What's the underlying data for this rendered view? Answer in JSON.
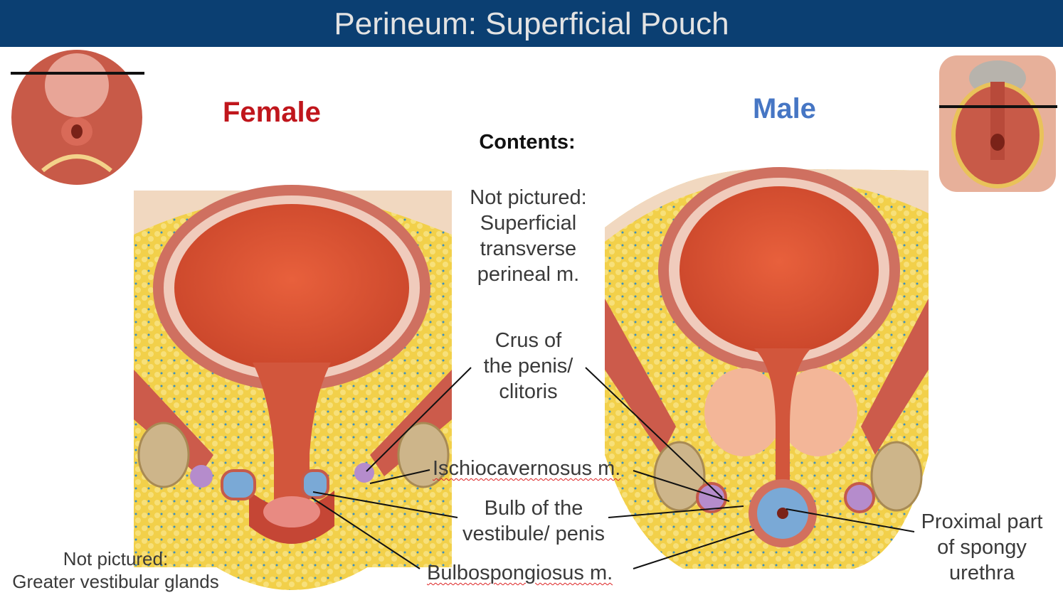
{
  "title": "Perineum: Superficial Pouch",
  "female_heading": "Female",
  "male_heading": "Male",
  "contents_heading": "Contents:",
  "colors": {
    "title_bar": "#0b3f72",
    "female": "#c0161c",
    "male": "#4676c4",
    "muscle": "#cc5b4b",
    "fat": "#f2d04a",
    "bone": "#cdb58a",
    "erectile_blue": "#7aa9d6",
    "erectile_purple": "#b58ccc"
  },
  "labels": {
    "not_pictured_1": [
      "Not pictured:",
      "Superficial",
      "transverse",
      "perineal m."
    ],
    "crus": [
      "Crus of",
      "the penis/",
      "clitoris"
    ],
    "ischio": "Ischiocavernosus m.",
    "bulb": [
      "Bulb of the",
      "vestibule/ penis"
    ],
    "bulbospongiosus": "Bulbospongiosus m.",
    "not_pictured_2": [
      "Not pictured:",
      "Greater vestibular glands"
    ],
    "spongy": [
      "Proximal part",
      "of spongy",
      "urethra"
    ]
  }
}
